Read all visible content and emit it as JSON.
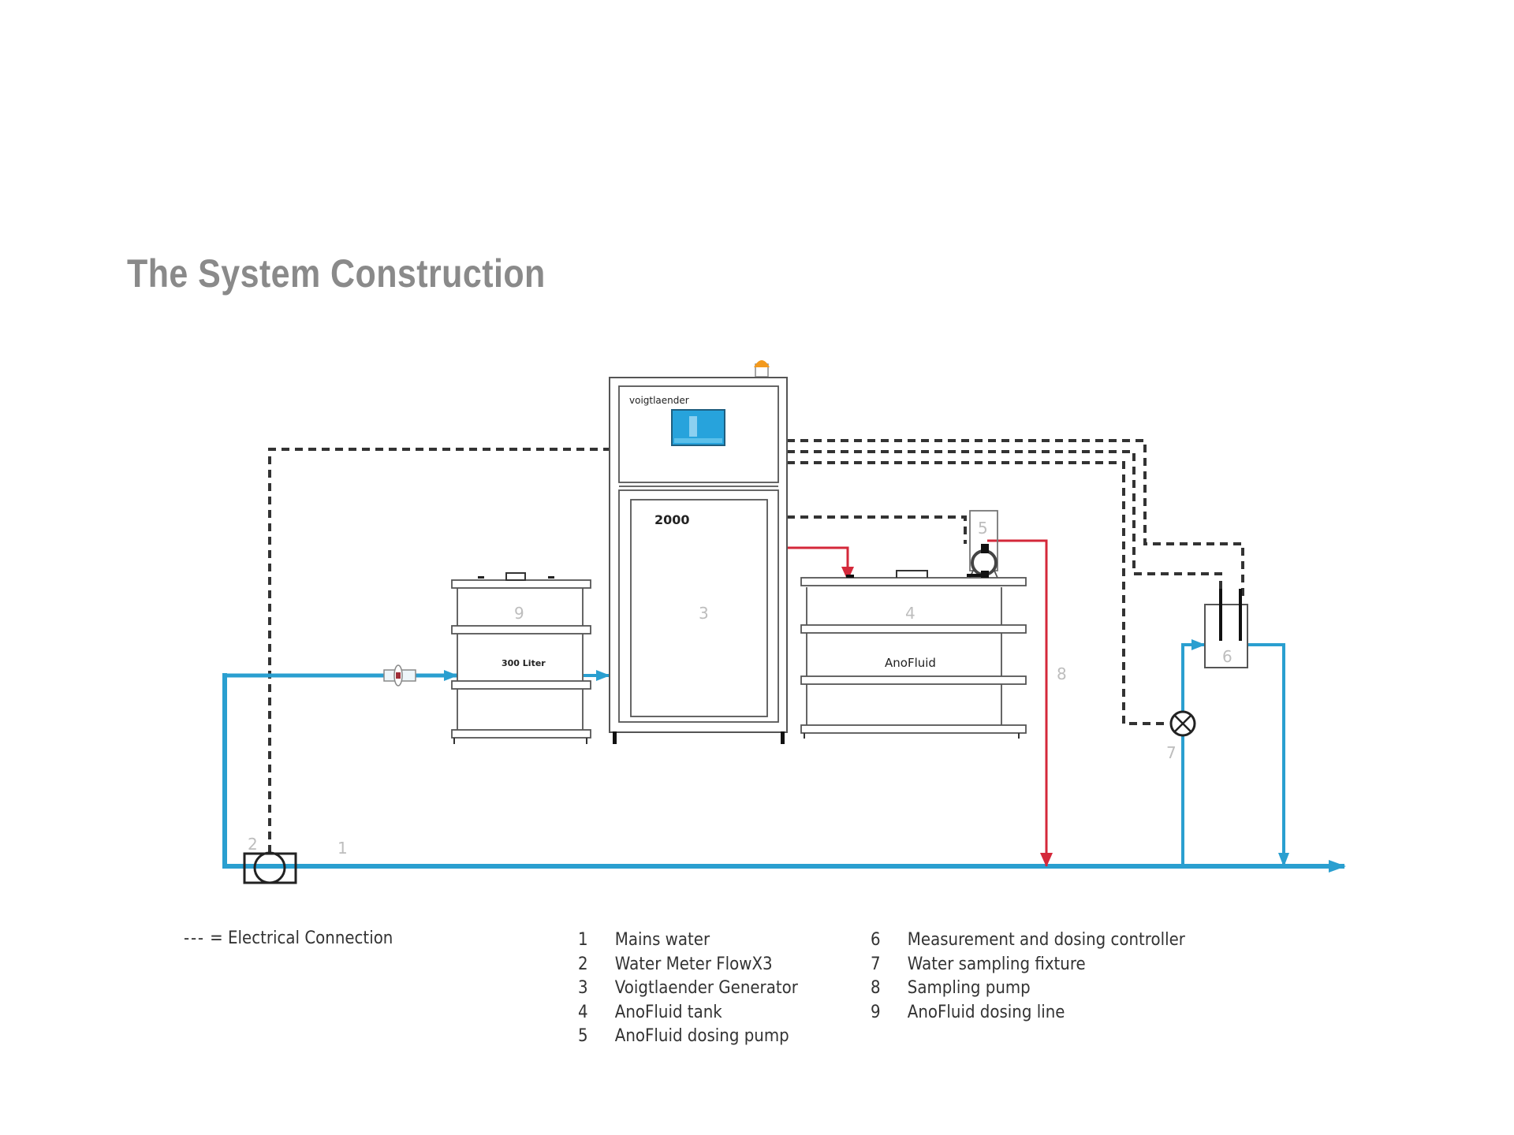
{
  "title": "The System Construction",
  "colors": {
    "water": "#2a9fd0",
    "dosing": "#d4283a",
    "electrical": "#333333",
    "outline": "#555555",
    "beacon": "#f39a1e",
    "screen": "#27a3dc",
    "title": "#8a8a8a",
    "component_number": "#bdbdbd"
  },
  "diagram": {
    "generator": {
      "brand_label": "voigtlaender",
      "model_label": "2000",
      "number": "3"
    },
    "tank_left": {
      "number": "9",
      "label": "300 Liter"
    },
    "tank_right": {
      "number": "4",
      "label": "AnoFluid"
    },
    "pump": {
      "number": "5"
    },
    "controller": {
      "number": "6"
    },
    "fixture": {
      "number": "7"
    },
    "sampling_line": {
      "number": "8"
    },
    "water_meter": {
      "number": "2"
    },
    "mains": {
      "number": "1"
    }
  },
  "legend": {
    "electrical_symbol": "---",
    "electrical_text": "= Electrical Connection",
    "items_left": [
      {
        "num": "1",
        "label": "Mains water"
      },
      {
        "num": "2",
        "label": "Water Meter FlowX3"
      },
      {
        "num": "3",
        "label": "Voigtlaender Generator"
      },
      {
        "num": "4",
        "label": "AnoFluid tank"
      },
      {
        "num": "5",
        "label": "AnoFluid dosing pump"
      }
    ],
    "items_right": [
      {
        "num": "6",
        "label": "Measurement and dosing controller"
      },
      {
        "num": "7",
        "label": "Water sampling fixture"
      },
      {
        "num": "8",
        "label": "Sampling pump"
      },
      {
        "num": "9",
        "label": "AnoFluid dosing line"
      }
    ]
  }
}
